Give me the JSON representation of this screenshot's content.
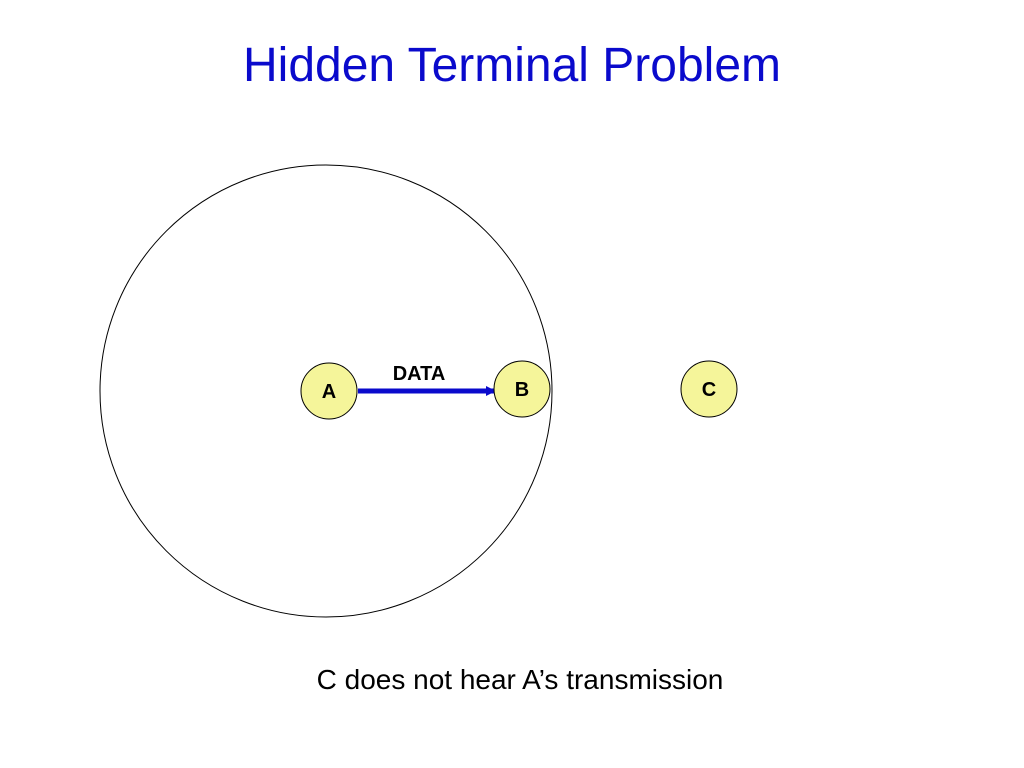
{
  "slide": {
    "title": "Hidden Terminal Problem",
    "caption": "C does not hear A’s transmission"
  },
  "nodes": [
    {
      "id": "A",
      "label": "A"
    },
    {
      "id": "B",
      "label": "B"
    },
    {
      "id": "C",
      "label": "C"
    }
  ],
  "edges": [
    {
      "from": "A",
      "to": "B",
      "label": "DATA"
    }
  ],
  "colors": {
    "title": "#0a0acc",
    "node_fill": "#f5f59a",
    "node_stroke": "#000000",
    "arrow": "#0a0acc",
    "range_circle": "#000000"
  }
}
